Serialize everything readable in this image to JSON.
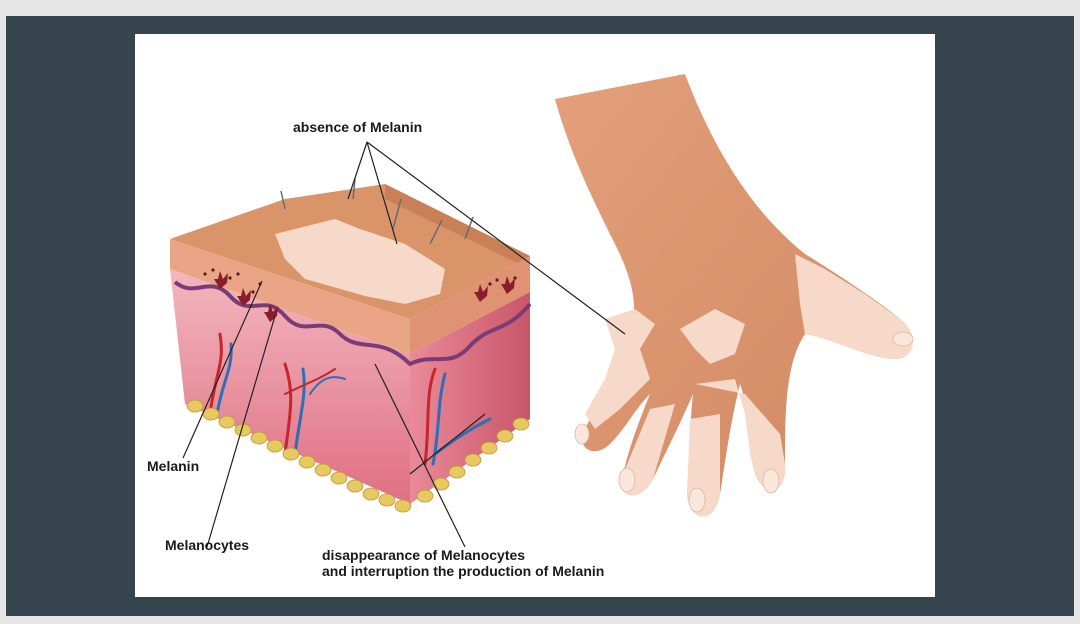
{
  "colors": {
    "frame": "#36444d",
    "outer_bg": "#e6e6e6",
    "canvas": "#ffffff",
    "skin_pigmented": "#d9946a",
    "skin_depigmented": "#f6d9c8",
    "dermis": "#e98f9c",
    "vein": "#2f6db5",
    "artery": "#c5252b",
    "fat": "#e8c860"
  },
  "labels": {
    "absence_melanin": "absence of Melanin",
    "melanin": "Melanin",
    "melanocytes": "Melanocytes",
    "disappearance_line1": "disappearance of Melanocytes",
    "disappearance_line2": "and interruption the production of Melanin"
  }
}
